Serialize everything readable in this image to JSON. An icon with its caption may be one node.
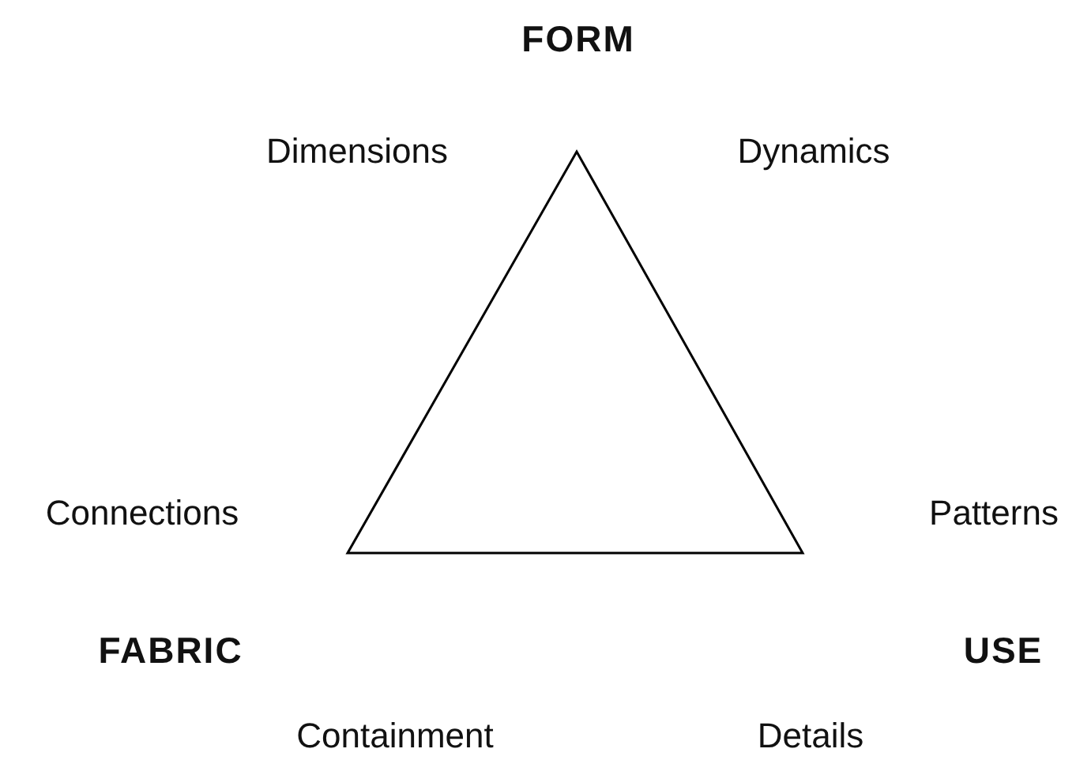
{
  "diagram": {
    "labels": [
      "FORM",
      "Dimensions",
      "Dynamics",
      "Connections",
      "Patterns",
      "FABRIC",
      "USE",
      "Containment",
      "Details"
    ]
  }
}
